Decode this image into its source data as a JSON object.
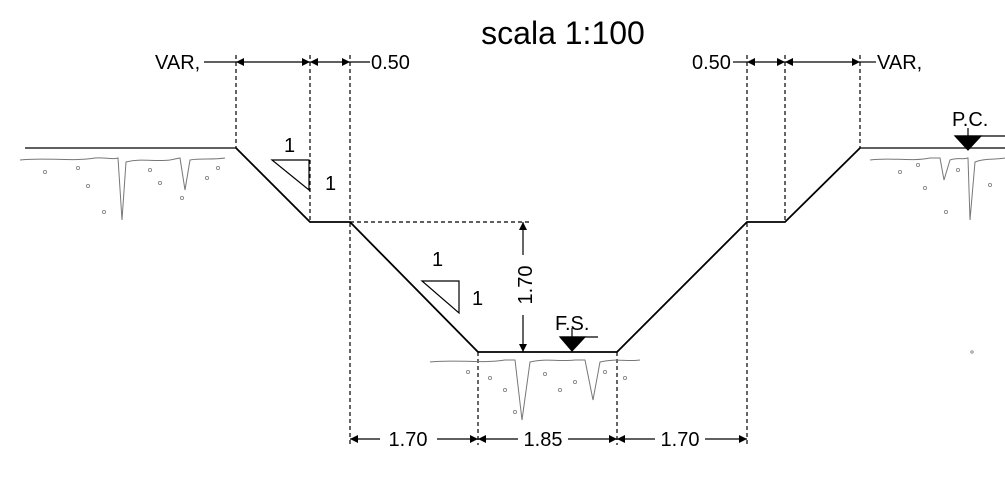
{
  "title": "scala 1:100",
  "top_dimensions": {
    "left_var": "VAR,",
    "left_width": "0.50",
    "right_width": "0.50",
    "right_var": "VAR,"
  },
  "bottom_dimensions": {
    "left": "1.70",
    "center": "1.85",
    "right": "1.70"
  },
  "depth_dimension": "1.70",
  "slope_upper": {
    "rise": "1",
    "run": "1"
  },
  "slope_lower": {
    "rise": "1",
    "run": "1"
  },
  "markers": {
    "ground_level": "P.C.",
    "bottom_level": "F.S."
  }
}
